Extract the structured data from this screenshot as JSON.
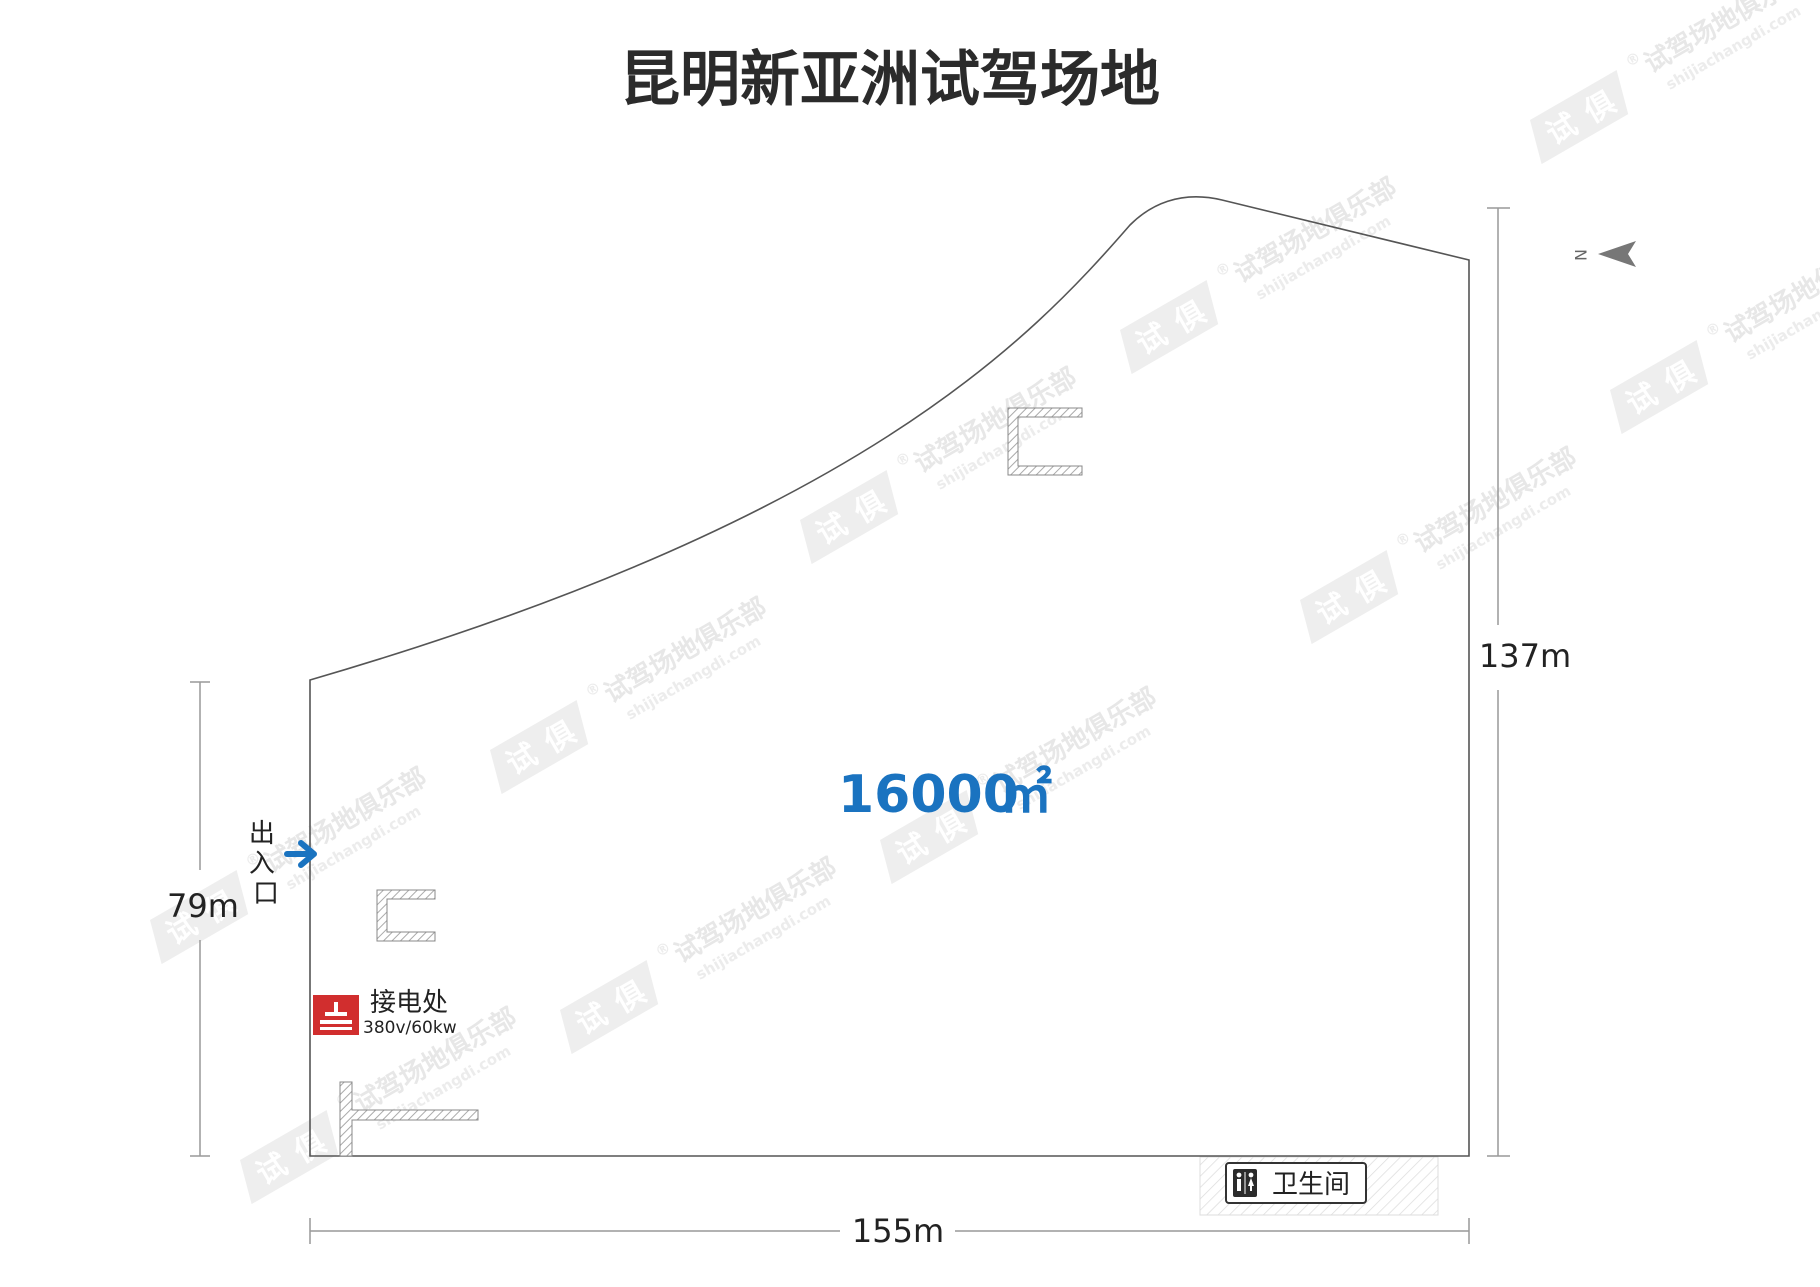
{
  "title": "昆明新亚洲试驾场地",
  "area": {
    "value": "16000",
    "unit": "㎡"
  },
  "dimensions": {
    "left": "79m",
    "right": "137m",
    "bottom": "155m"
  },
  "entrance": {
    "label": "出入口"
  },
  "power": {
    "label": "接电处",
    "spec": "380v/60kw",
    "icon": "power-outlet-icon"
  },
  "restroom": {
    "label": "卫生间",
    "icon": "restroom-icon"
  },
  "compass": {
    "label": "N",
    "icon": "north-arrow-icon"
  },
  "watermark": {
    "brand": "试驾场地俱乐部",
    "site": "shijiachangdi.com",
    "logo_chars": [
      "试",
      "俱"
    ],
    "registered": "®"
  },
  "colors": {
    "accent": "#1a73c0",
    "power": "#d12e2e",
    "outline": "#555555",
    "dimension": "#999999",
    "hatch": "#aaaaaa",
    "title": "#2b2b2b",
    "watermark": "#e8e8e8"
  }
}
